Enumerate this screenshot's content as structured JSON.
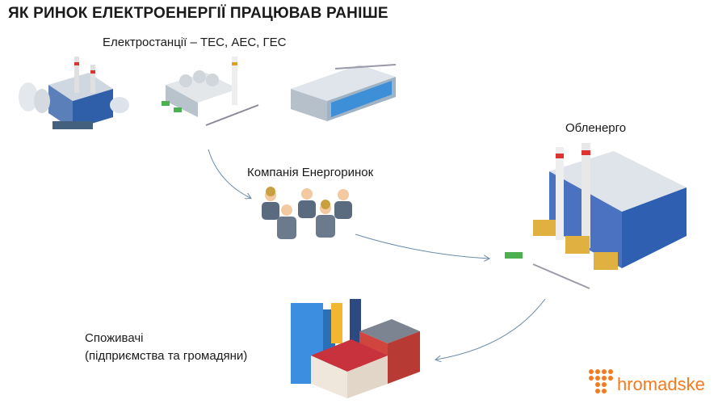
{
  "title": "ЯК РИНОК ЕЛЕКТРОЕНЕРГІЇ ПРАЦЮВАВ РАНІШЕ",
  "nodes": {
    "plants": "Електростанції – ТЕС, АЕС, ГЕС",
    "market": "Компанія Енергоринок",
    "oblenergo": "Обленерго",
    "consumers_line1": "Споживачі",
    "consumers_line2": "(підприємства та громадяни)"
  },
  "logo": {
    "text": "hromadske",
    "color": "#f47b20"
  }
}
